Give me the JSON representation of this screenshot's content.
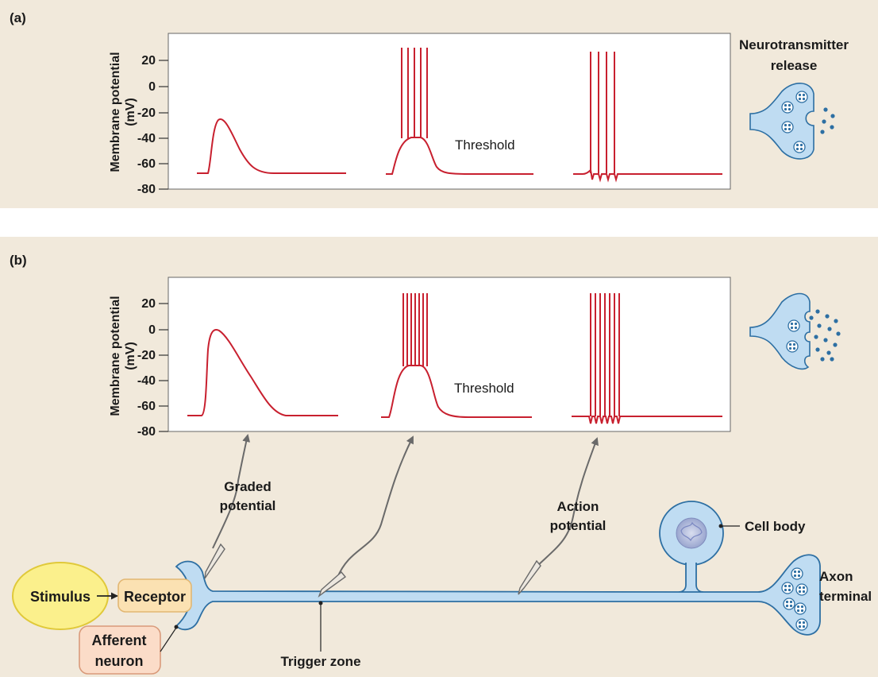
{
  "panel_a": {
    "label": "(a)",
    "y_label_line1": "Membrane potential",
    "y_label_line2": "(mV)",
    "y_ticks": [
      "20",
      "0",
      "-20",
      "-40",
      "-60",
      "-80"
    ],
    "threshold_label": "Threshold",
    "release_line1": "Neurotransmitter",
    "release_line2": "release"
  },
  "panel_b": {
    "label": "(b)",
    "y_label_line1": "Membrane potential",
    "y_label_line2": "(mV)",
    "y_ticks": [
      "20",
      "0",
      "-20",
      "-40",
      "-60",
      "-80"
    ],
    "threshold_label": "Threshold",
    "graded_line1": "Graded",
    "graded_line2": "potential",
    "action_line1": "Action",
    "action_line2": "potential",
    "cell_body": "Cell body",
    "axon_line1": "Axon",
    "axon_line2": "terminal",
    "stimulus": "Stimulus",
    "receptor": "Receptor",
    "afferent_line1": "Afferent",
    "afferent_line2": "neuron",
    "trigger_zone": "Trigger zone"
  },
  "colors": {
    "trace": "#c8202f",
    "neuron_fill": "#bfdcf2",
    "neuron_stroke": "#2d6fa3",
    "background": "#f1e9db",
    "stimulus_fill": "#fbf08c",
    "receptor_fill": "#fbe1b2",
    "afferent_fill": "#fbdcc8"
  }
}
